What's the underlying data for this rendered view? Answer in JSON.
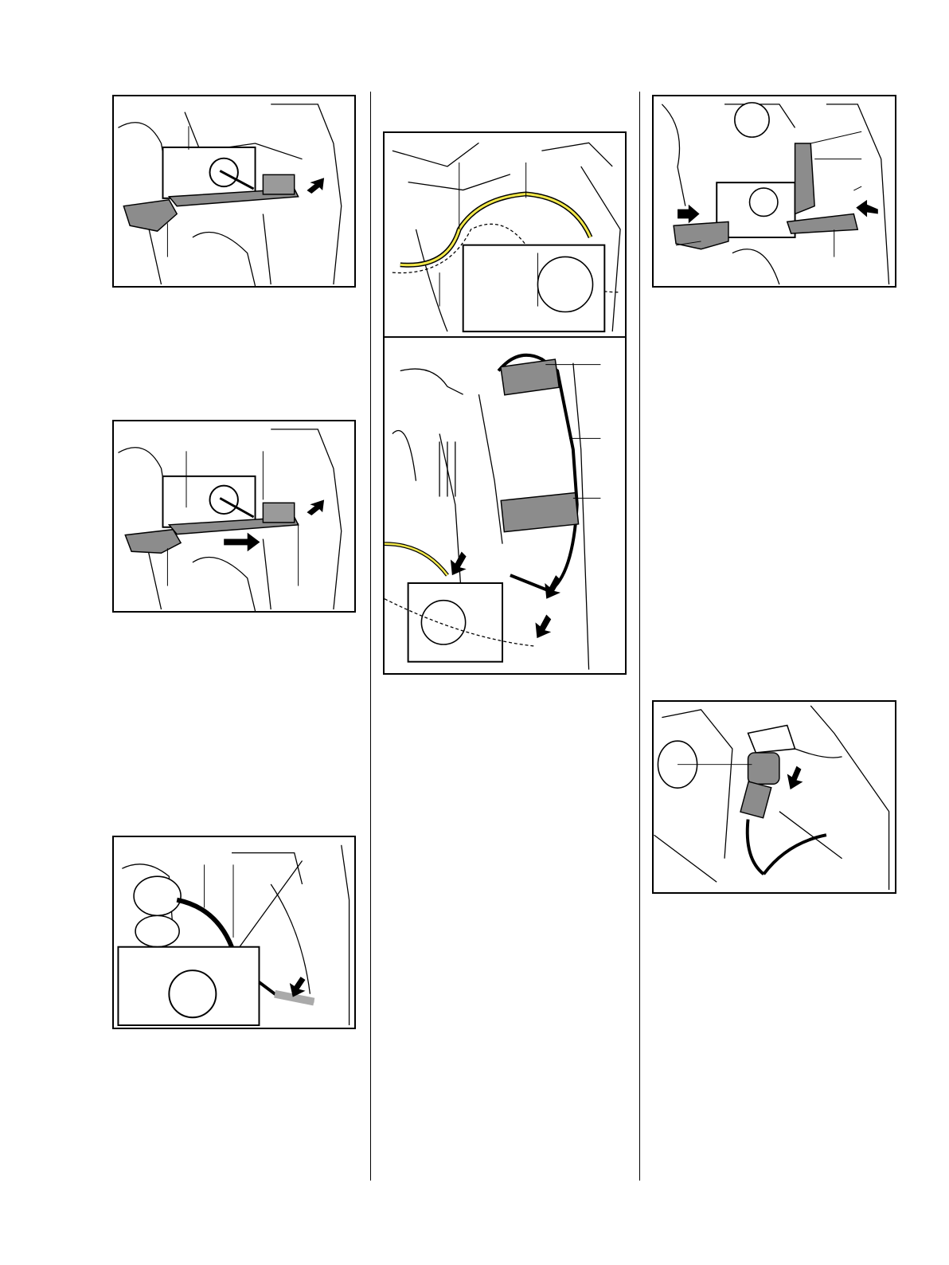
{
  "page": {
    "figures": [
      {
        "id": "fig-left-1",
        "callout_lines": 2,
        "arrows": 1
      },
      {
        "id": "fig-left-2",
        "callout_lines": 4,
        "arrows": 2
      },
      {
        "id": "fig-left-3",
        "callout_lines": 2,
        "arrows": 1
      },
      {
        "id": "fig-mid-top",
        "callout_lines": 4,
        "arrows": 0
      },
      {
        "id": "fig-mid-bottom",
        "callout_lines": 3,
        "arrows": 3
      },
      {
        "id": "fig-right-1",
        "callout_lines": 5,
        "arrows": 2
      },
      {
        "id": "fig-right-2",
        "callout_lines": 1,
        "arrows": 1
      }
    ],
    "colors": {
      "line": "#000000",
      "part_gray": "#8c8c8c",
      "highlight_yellow": "#f2e84a"
    }
  }
}
